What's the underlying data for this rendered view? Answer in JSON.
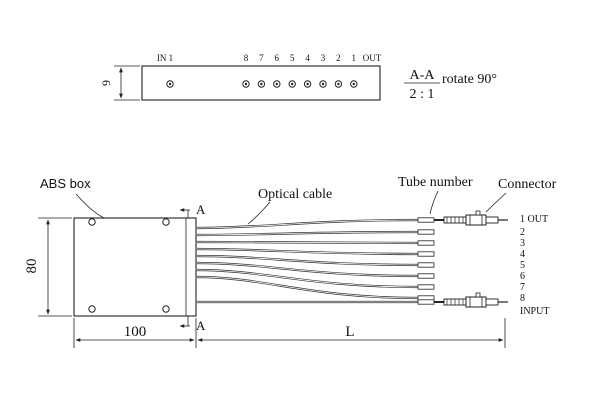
{
  "side_view": {
    "in_label": "IN 1",
    "port_numbers": [
      "8",
      "7",
      "6",
      "5",
      "4",
      "3",
      "2",
      "1"
    ],
    "out_label": "OUT",
    "height_dim": "9",
    "section_title": "A-A",
    "section_scale": "2 : 1",
    "section_note": "rotate 90°"
  },
  "top_view": {
    "box_label": "ABS box",
    "cable_label": "Optical cable",
    "tube_label": "Tube number",
    "connector_label": "Connector",
    "section_marker": "A",
    "width_dim": "100",
    "height_dim": "80",
    "length_dim": "L",
    "tube_labels": [
      "1  OUT",
      "2",
      "3",
      "4",
      "5",
      "6",
      "7",
      "8",
      "INPUT"
    ]
  },
  "colors": {
    "line": "#222222",
    "text": "#111111",
    "background": "#ffffff"
  }
}
